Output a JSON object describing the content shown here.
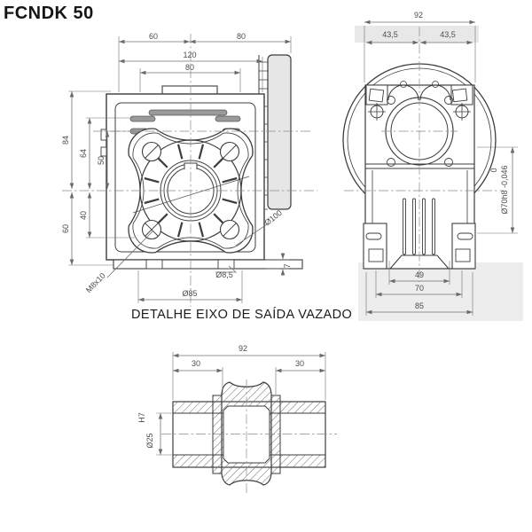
{
  "title": "FCNDK 50",
  "caption": "DETALHE EIXO DE SAÍDA VAZADO",
  "colors": {
    "line": "#3d3d3d",
    "dim_line": "#707070",
    "dim_text": "#4d4d4d",
    "light_fill": "#e6e6e6",
    "slot_fill": "#9a9a9a",
    "watermark": "#dcdcdc"
  },
  "front_view": {
    "dims": {
      "width_left": "60",
      "width_right": "80",
      "width_overall": "120",
      "bolt_span": "80",
      "height_upper": "84",
      "height_lower": "60",
      "center_64": "64",
      "center_50": "50",
      "center_40": "40",
      "bolt_circle": "Ø100",
      "spigot": "Ø85",
      "hole": "Ø8,5",
      "plate_thickness": "7",
      "tapped_hole": "M8x10"
    }
  },
  "side_view": {
    "dims": {
      "width_overall": "92",
      "half_left": "43,5",
      "half_right": "43,5",
      "fin_span": "49",
      "foot_inner": "70",
      "foot_outer": "85",
      "spigot_tolerance": "Ø70h8 -0,046",
      "tolerance_upper": "0"
    }
  },
  "detail_view": {
    "dims": {
      "length_overall": "92",
      "end_left": "30",
      "end_right": "30",
      "bore": "Ø25",
      "bore_fit": "H7"
    }
  }
}
